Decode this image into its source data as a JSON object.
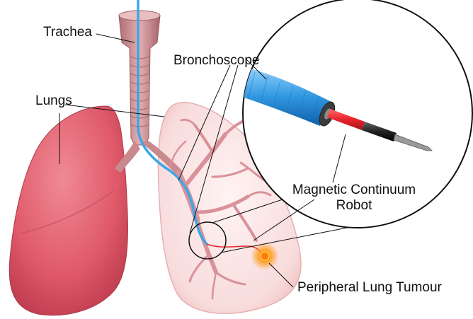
{
  "labels": {
    "trachea": "Trachea",
    "lungs": "Lungs",
    "bronchoscope": "Bronchoscope",
    "robot_line1": "Magnetic Continuum",
    "robot_line2": "Robot",
    "tumour": "Peripheral Lung Tumour"
  },
  "colors": {
    "lung_fill": "#e05a6a",
    "lung_transparent": "#f6d2d2",
    "airway": "#c98a8e",
    "bronchoscope_blue": "#3aa7e8",
    "robot_red": "#e8242b",
    "tumour": "#ff9a1a",
    "line": "#111111"
  }
}
